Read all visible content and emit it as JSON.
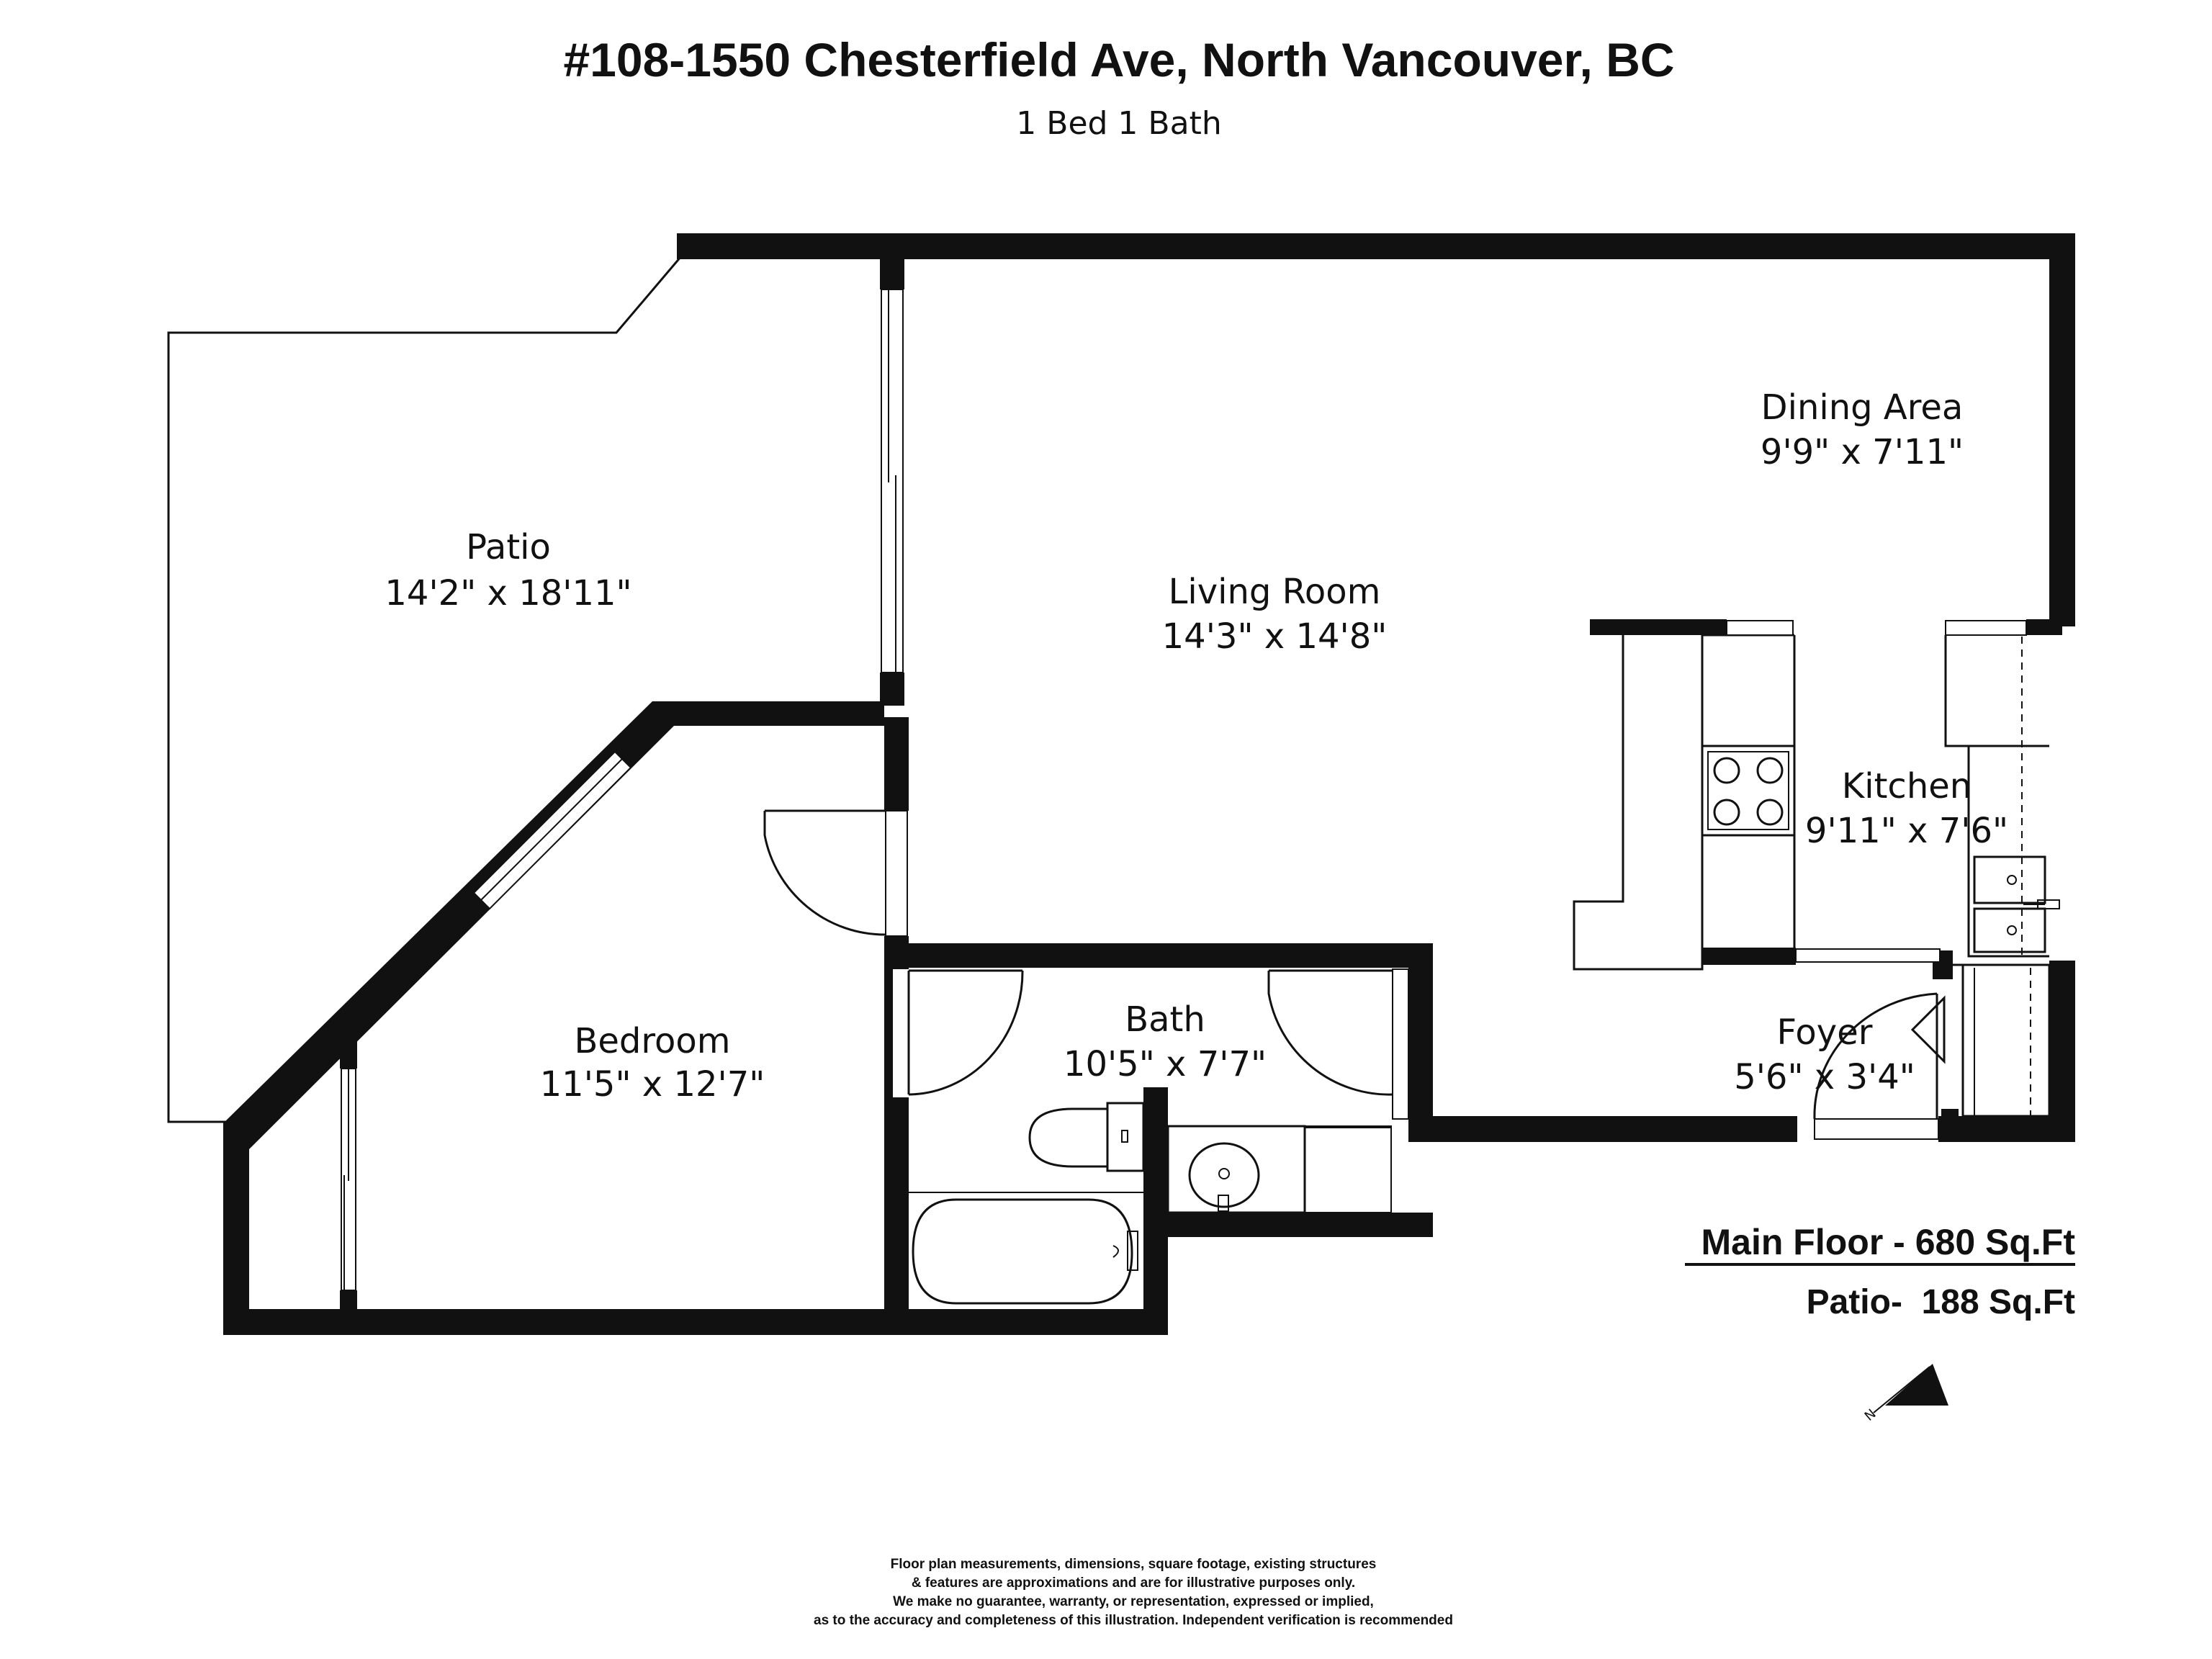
{
  "header": {
    "title": "#108-1550 Chesterfield Ave, North Vancouver, BC",
    "subtitle": "1 Bed 1 Bath"
  },
  "rooms": [
    {
      "key": "patio",
      "name": "Patio",
      "dims": "14'2\" x 18'11\""
    },
    {
      "key": "living",
      "name": "Living Room",
      "dims": "14'3\" x 14'8\""
    },
    {
      "key": "dining",
      "name": "Dining Area",
      "dims": "9'9\" x 7'11\""
    },
    {
      "key": "kitchen",
      "name": "Kitchen",
      "dims": "9'11\" x 7'6\""
    },
    {
      "key": "bedroom",
      "name": "Bedroom",
      "dims": "11'5\" x 12'7\""
    },
    {
      "key": "bath",
      "name": "Bath",
      "dims": "10'5\" x 7'7\""
    },
    {
      "key": "foyer",
      "name": "Foyer",
      "dims": "5'6\" x 3'4\""
    }
  ],
  "areas": {
    "main_floor": "Main Floor - 680 Sq.Ft",
    "patio": "Patio-  188 Sq.Ft"
  },
  "compass": {
    "label": "N"
  },
  "disclaimer": [
    "Floor plan measurements, dimensions, square footage, existing structures",
    "& features are approximations and are for illustrative purposes only.",
    "We make no guarantee, warranty, or representation, expressed or implied,",
    "as to the accuracy and completeness of this illustration. Independent verification is recommended"
  ],
  "colors": {
    "wall": "#111111",
    "background": "#ffffff"
  }
}
